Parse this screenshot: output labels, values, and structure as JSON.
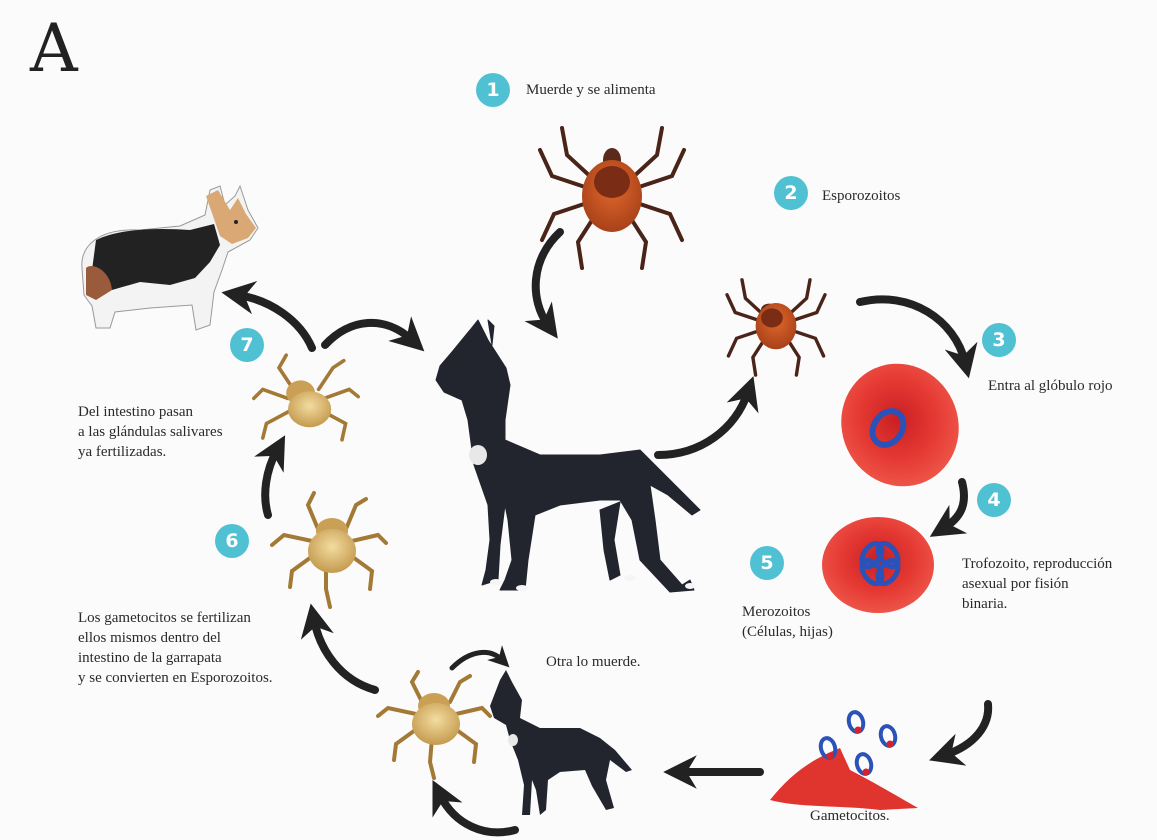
{
  "panel_label": "A",
  "colors": {
    "badge": "#4fc1d3",
    "arrow": "#222222",
    "rbc": "#e0342f",
    "parasite": "#2b52b8",
    "tick_adult": "#c2521c",
    "tick_nymph": "#d4b066",
    "dog": "#22252e"
  },
  "steps": [
    {
      "number": "1",
      "text": "Muerde y se alimenta"
    },
    {
      "number": "2",
      "text": "Esporozoitos"
    },
    {
      "number": "3",
      "text": "Entra al glóbulo rojo"
    },
    {
      "number": "4",
      "lines": [
        "Trofozoito, reproducción",
        "asexual por fisión",
        "binaria."
      ]
    },
    {
      "number": "5",
      "lines": [
        "Merozoitos",
        "(Células, hijas)"
      ]
    },
    {
      "number": "6",
      "lines": [
        "Los gametocitos se fertilizan",
        "ellos mismos dentro del",
        "intestino de la garrapata",
        "y se convierten en Esporozoitos."
      ]
    },
    {
      "number": "7",
      "lines": [
        "Del intestino pasan",
        "a las glándulas salivares",
        "ya fertilizadas."
      ]
    }
  ],
  "labels": {
    "gametocitos": "Gametocitos.",
    "otra_lo_muerde": "Otra lo muerde."
  },
  "icons": [
    "adult-tick-icon",
    "nymph-tick-icon",
    "great-dane-icon",
    "corgi-icon",
    "red-blood-cell-icon",
    "gametocyte-icon",
    "curved-arrow-icon"
  ]
}
